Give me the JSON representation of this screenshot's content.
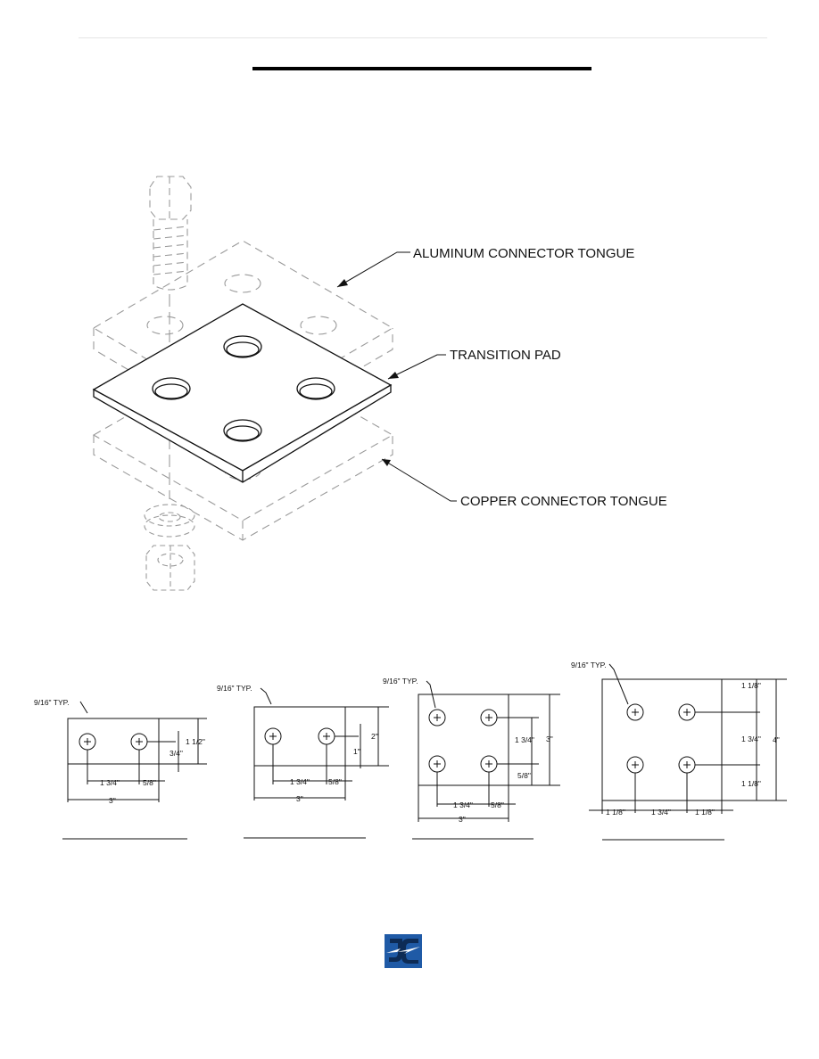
{
  "callouts": {
    "aluminum": "ALUMINUM CONNECTOR TONGUE",
    "pad": "TRANSITION PAD",
    "copper": "COPPER CONNECTOR TONGUE"
  },
  "pads": [
    {
      "hole_note": "9/16\" TYP.",
      "dims": {
        "w_total": "3\"",
        "spacing": "1 3/4\"",
        "edge": "5/8\"",
        "height": "1 1/2\"",
        "half_height": "3/4\""
      }
    },
    {
      "hole_note": "9/16\" TYP.",
      "dims": {
        "w_total": "3\"",
        "spacing": "1 3/4\"",
        "edge": "5/8\"",
        "height": "2\"",
        "half_height": "1\""
      }
    },
    {
      "hole_note": "9/16\" TYP.",
      "dims": {
        "w_total": "3\"",
        "spacing": "1 3/4\"",
        "edge": "5/8\"",
        "height": "3\"",
        "v_spacing": "1 3/4\"",
        "v_edge": "5/8\""
      }
    },
    {
      "hole_note": "9/16\" TYP.",
      "dims": {
        "edge_l": "1 1/8\"",
        "spacing": "1 3/4\"",
        "edge_r": "1 1/8\"",
        "height": "4\"",
        "v_top": "1 1/8\"",
        "v_spacing": "1 3/4\"",
        "v_bottom": "1 1/8\""
      }
    }
  ],
  "colors": {
    "logo_blue": "#1f5aa6",
    "logo_dark": "#0d2b55"
  },
  "logo": {
    "icon": "jc-logo-icon",
    "text": "JC"
  }
}
